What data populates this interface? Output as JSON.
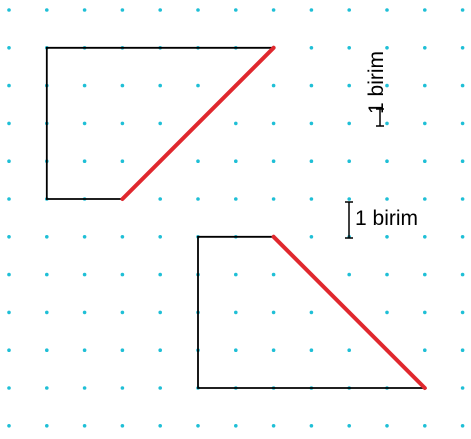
{
  "colors": {
    "background": "#ffffff",
    "grid_dot": "#1fbfd6",
    "outline": "#000000",
    "highlight_edge": "#e0282e"
  },
  "grid": {
    "columns": 13,
    "rows": 12,
    "cell_units": 1
  },
  "scale_labels": {
    "vertical": "1 birim",
    "horizontal": "1 birim"
  },
  "shapes": [
    {
      "name": "upper-trapezoid",
      "vertices_in_grid_units": [
        [
          1,
          1
        ],
        [
          7,
          1
        ],
        [
          3,
          5
        ],
        [
          1,
          5
        ]
      ],
      "highlighted_edge": [
        [
          7,
          1
        ],
        [
          3,
          5
        ]
      ]
    },
    {
      "name": "lower-trapezoid",
      "vertices_in_grid_units": [
        [
          5,
          6
        ],
        [
          7,
          6
        ],
        [
          11,
          10
        ],
        [
          5,
          10
        ]
      ],
      "highlighted_edge": [
        [
          7,
          6
        ],
        [
          11,
          10
        ]
      ]
    }
  ]
}
